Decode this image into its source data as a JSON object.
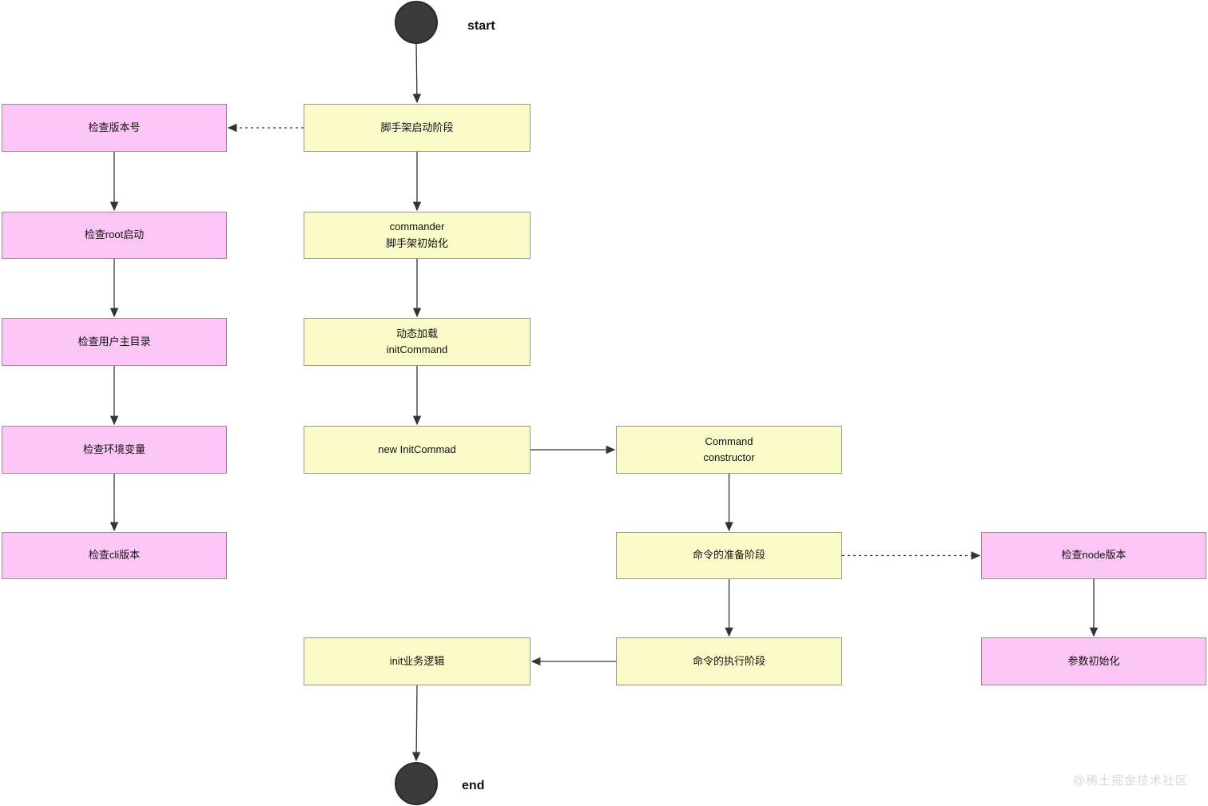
{
  "diagram": {
    "start_label": "start",
    "end_label": "end",
    "watermark": "@稀土掘金技术社区",
    "colors": {
      "phase_fill": "#fbfbc9",
      "phase_border": "#9b9b80",
      "check_fill": "#fbc5f6",
      "check_border": "#9d8a9d",
      "terminal_fill": "#3b3b3b",
      "arrow": "#333333"
    },
    "nodes": [
      {
        "id": "scaffold-launch",
        "type": "phase",
        "label": "脚手架启动阶段"
      },
      {
        "id": "check-version",
        "type": "check",
        "label": "检查版本号"
      },
      {
        "id": "commander-init",
        "type": "phase",
        "label": "commander\n脚手架初始化"
      },
      {
        "id": "check-root",
        "type": "check",
        "label": "检查root启动"
      },
      {
        "id": "dynamic-load",
        "type": "phase",
        "label": "动态加载\ninitCommand"
      },
      {
        "id": "check-home",
        "type": "check",
        "label": "检查用户主目录"
      },
      {
        "id": "new-initcommad",
        "type": "phase",
        "label": "new InitCommad"
      },
      {
        "id": "command-constructor",
        "type": "phase",
        "label": "Command\nconstructor"
      },
      {
        "id": "check-env",
        "type": "check",
        "label": "检查环境变量"
      },
      {
        "id": "check-cli",
        "type": "check",
        "label": "检查cli版本"
      },
      {
        "id": "command-prepare",
        "type": "phase",
        "label": "命令的准备阶段"
      },
      {
        "id": "check-node",
        "type": "check",
        "label": "检查node版本"
      },
      {
        "id": "init-logic",
        "type": "phase",
        "label": "init业务逻辑"
      },
      {
        "id": "command-exec",
        "type": "phase",
        "label": "命令的执行阶段"
      },
      {
        "id": "param-init",
        "type": "check",
        "label": "参数初始化"
      }
    ],
    "edges": [
      {
        "from": "start",
        "to": "scaffold-launch",
        "style": "solid"
      },
      {
        "from": "scaffold-launch",
        "to": "check-version",
        "style": "dashed"
      },
      {
        "from": "scaffold-launch",
        "to": "commander-init",
        "style": "solid"
      },
      {
        "from": "check-version",
        "to": "check-root",
        "style": "solid"
      },
      {
        "from": "commander-init",
        "to": "dynamic-load",
        "style": "solid"
      },
      {
        "from": "check-root",
        "to": "check-home",
        "style": "solid"
      },
      {
        "from": "dynamic-load",
        "to": "new-initcommad",
        "style": "solid"
      },
      {
        "from": "check-home",
        "to": "check-env",
        "style": "solid"
      },
      {
        "from": "new-initcommad",
        "to": "command-constructor",
        "style": "solid"
      },
      {
        "from": "check-env",
        "to": "check-cli",
        "style": "solid"
      },
      {
        "from": "command-constructor",
        "to": "command-prepare",
        "style": "solid"
      },
      {
        "from": "command-prepare",
        "to": "check-node",
        "style": "dashed"
      },
      {
        "from": "command-prepare",
        "to": "command-exec",
        "style": "solid"
      },
      {
        "from": "check-node",
        "to": "param-init",
        "style": "solid"
      },
      {
        "from": "command-exec",
        "to": "init-logic",
        "style": "solid"
      },
      {
        "from": "init-logic",
        "to": "end",
        "style": "solid"
      }
    ]
  }
}
